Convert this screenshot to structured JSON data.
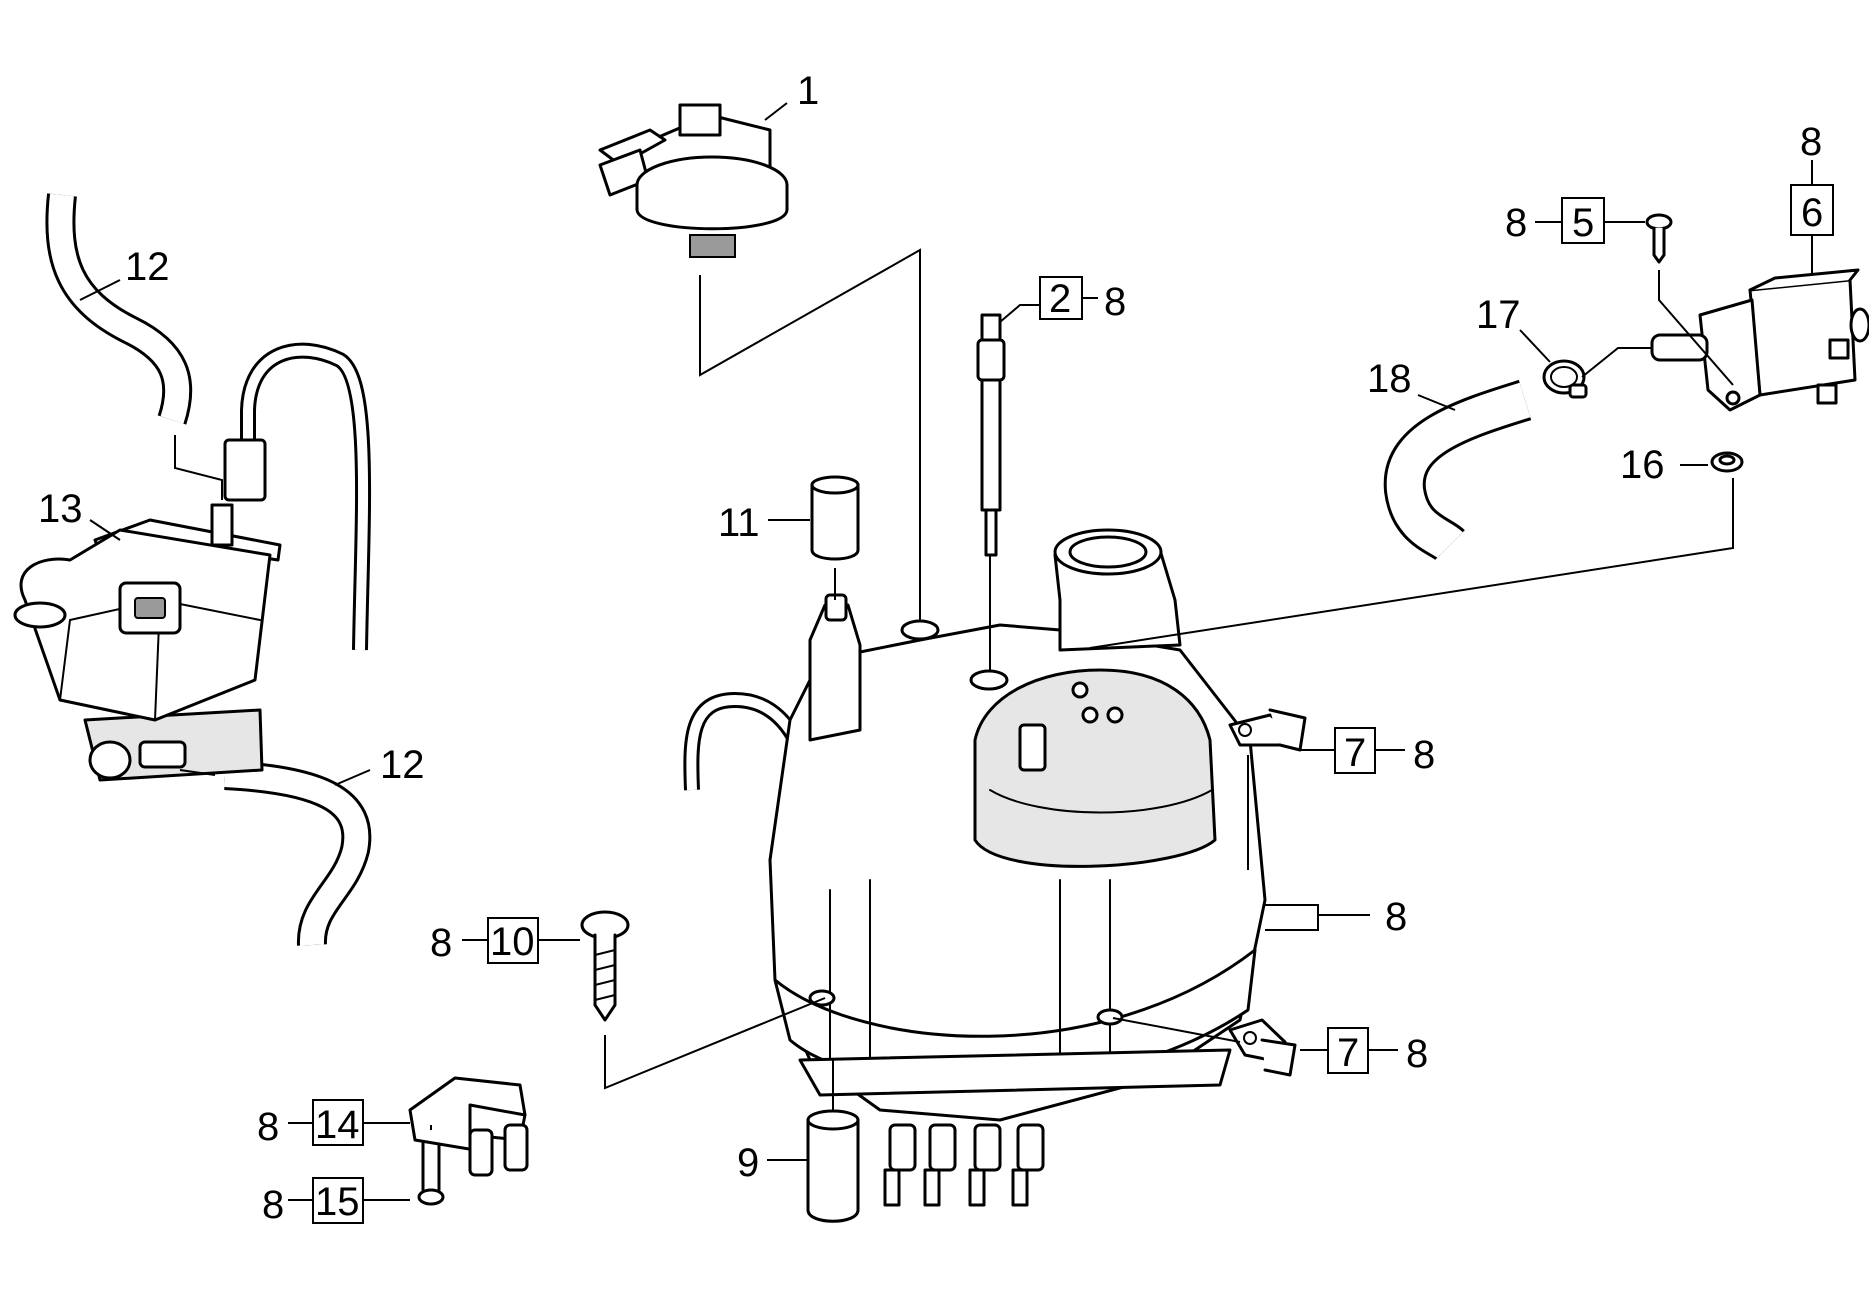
{
  "callouts": {
    "c1": "1",
    "c2": "2",
    "c2_ref": "8",
    "c5": "5",
    "c5_ref": "8",
    "c6": "6",
    "c6_ref": "8",
    "c7a": "7",
    "c7a_ref": "8",
    "c7b": "7",
    "c7b_ref": "8",
    "c8_bracket": "8",
    "c9": "9",
    "c10": "10",
    "c10_ref": "8",
    "c11": "11",
    "c12a": "12",
    "c12b": "12",
    "c13": "13",
    "c14": "14",
    "c14_ref": "8",
    "c15": "15",
    "c15_ref": "8",
    "c16": "16",
    "c17": "17",
    "c18": "18"
  },
  "icons": {
    "pressure_switch": "pressure-switch-icon",
    "temperature_probe": "temperature-probe-icon",
    "boiler": "boiler-icon",
    "solenoid_valve": "solenoid-valve-icon",
    "flowmeter": "flowmeter-icon",
    "thermal_fuse": "thermal-fuse-icon",
    "screw": "screw-icon",
    "hose": "hose-icon",
    "spacer": "spacer-icon",
    "bracket": "bracket-icon",
    "seal": "seal-icon",
    "clamp": "clamp-icon"
  }
}
